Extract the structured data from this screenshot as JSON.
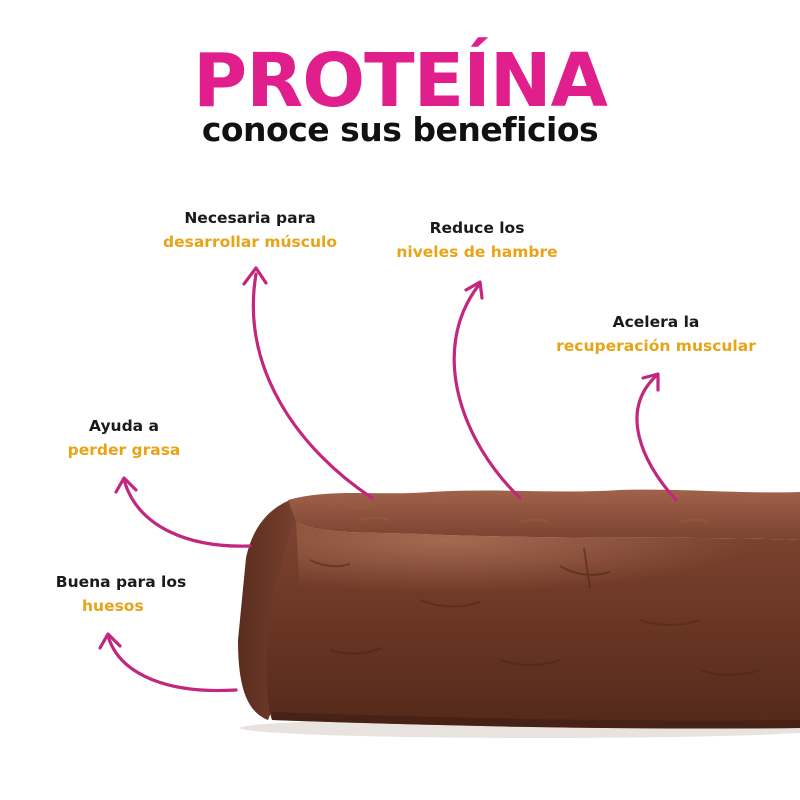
{
  "header": {
    "title": "PROTEÍNA",
    "subtitle": "conoce sus beneficios"
  },
  "colors": {
    "title": "#e01e8c",
    "highlight": "#e8a317",
    "arrow": "#c2277f",
    "chocolate": "#6e3a26"
  },
  "benefits": [
    {
      "line1": "Necesaria para",
      "line2": "desarrollar músculo"
    },
    {
      "line1": "Reduce los",
      "line2": "niveles de hambre"
    },
    {
      "line1": "Acelera la",
      "line2": "recuperación muscular"
    },
    {
      "line1": "Ayuda a",
      "line2": "perder grasa"
    },
    {
      "line1": "Buena para los",
      "line2": "huesos"
    }
  ]
}
